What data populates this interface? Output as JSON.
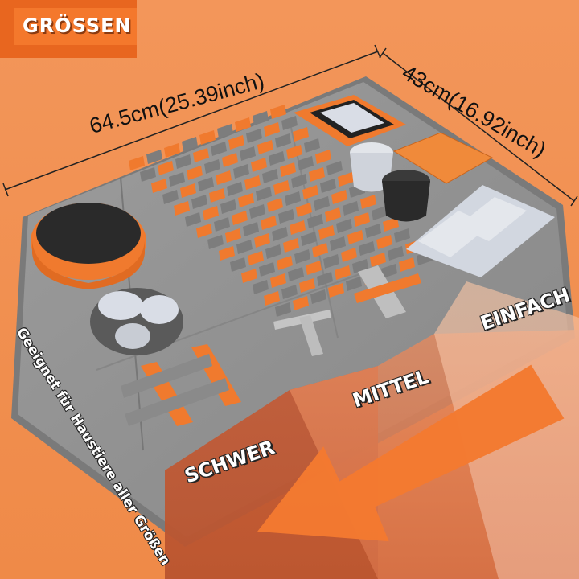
{
  "badge": {
    "label": "GRÖSSEN"
  },
  "dimensions": {
    "width_label": "64.5cm(25.39inch)",
    "depth_label": "43cm(16.92inch)"
  },
  "difficulty": {
    "easy": "EINFACH",
    "medium": "MITTEL",
    "hard": "SCHWER"
  },
  "side_text": "Geeignet für Haustiere aller Größen",
  "colors": {
    "background": "#f08a4b",
    "badge": "#e8661f",
    "mat_gray": "#8e8e8e",
    "strip_orange": "#f07a2e",
    "strip_gray": "#7d7d7d",
    "felt_light": "#d9dde6",
    "band_dark": "#c9552b",
    "arrow": "#f47a30"
  }
}
